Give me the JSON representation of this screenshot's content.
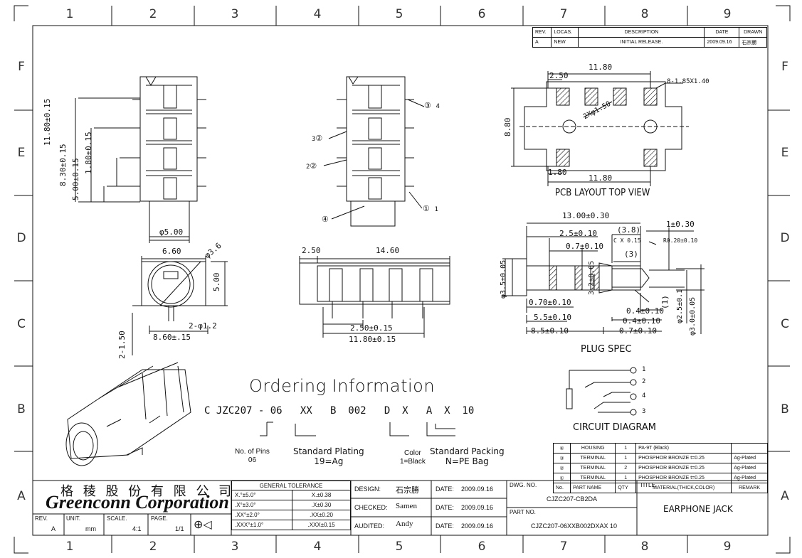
{
  "zones": {
    "columns": [
      "1",
      "2",
      "3",
      "4",
      "5",
      "6",
      "7",
      "8",
      "9"
    ],
    "rows": [
      "F",
      "E",
      "D",
      "C",
      "B",
      "A"
    ]
  },
  "revision": {
    "headers": [
      "REV.",
      "LOCAS.",
      "DESCRIPTION",
      "DATE",
      "DRAWN"
    ],
    "rows": [
      [
        "A",
        "NEW",
        "INITIAL RELEASE.",
        "2009.09.16",
        "石宗勝"
      ]
    ]
  },
  "dims_side": {
    "h1": "11.80±0.15",
    "h2": "8.30±0.15",
    "h3": "5.00±0.15",
    "h4": "1.80±0.15",
    "dia": "φ5.00"
  },
  "dims_front": {
    "w": "6.60",
    "dia": "φ3.6",
    "h": "5.00",
    "holes": "2-φ1.2",
    "bottom": "8.60±.15",
    "leg": "2-1.50"
  },
  "dims_bottom": {
    "a": "2.50",
    "b": "14.60",
    "c": "2.50±0.15",
    "d": "11.80±0.15"
  },
  "callouts_top": {
    "c1": "①",
    "n1": "1",
    "c2": "②",
    "n2": "2",
    "c3": "③",
    "n3": "3",
    "c4": "④",
    "n4": "4"
  },
  "pcb": {
    "w1": "11.80",
    "a": "2.50",
    "pads": "8-1.85X1.40",
    "holes": "2Xφ1.50",
    "h": "8.80",
    "b": "1.80",
    "w2": "11.80",
    "caption": "PCB LAYOUT TOP VIEW"
  },
  "plug": {
    "caption": "PLUG SPEC",
    "d1": "13.00±0.30",
    "d2": "2.5±0.10",
    "d3": "0.7±0.10",
    "d4": "(3.8)",
    "d5": "1±0.30",
    "d6": "C X 0.15",
    "d7": "R0.20±0.10",
    "d8": "(3)",
    "d9": "φ3.5±0.05",
    "d10": "3.2±0.05",
    "d11": "0.70±0.10",
    "d12": "5.5±0.10",
    "d13": "8.5±0.10",
    "d14": "0.4±0.10",
    "d15": "0.4±0.10",
    "d16": "0.7±0.10",
    "d17": "(1)",
    "d18": "φ2.5±0.1",
    "d19": "φ3.0±0.05"
  },
  "circuit": {
    "caption": "CIRCUIT DIAGRAM",
    "pins": [
      "1",
      "2",
      "4",
      "3"
    ]
  },
  "ordering": {
    "title": "Ordering Information",
    "code": "C JZC207 - 06   XX   B  002   D  X   A  X  10",
    "pins_label": "No. of Pins",
    "pins_value": "06",
    "plating_label": "Standard Plating",
    "plating_value": "19=Ag",
    "color_label": "Color",
    "color_value": "1=Black",
    "packing_label": "Standard Packing",
    "packing_value": "N=PE Bag"
  },
  "bom": {
    "headers": [
      "No.",
      "PART  NAME",
      "QTY",
      "MATERIAL(THICK,COLOR)",
      "REMARK"
    ],
    "rows": [
      [
        "④",
        "HOUSING",
        "1",
        "PA-9T (Black)",
        ""
      ],
      [
        "③",
        "TERMINAL",
        "1",
        "PHOSPHOR BRONZE  t=0.25",
        "Ag-Plated"
      ],
      [
        "②",
        "TERMINAL",
        "2",
        "PHOSPHOR BRONZE  t=0.25",
        "Ag-Plated"
      ],
      [
        "①",
        "TERMINAL",
        "1",
        "PHOSPHOR BRONZE  t=0.25",
        "Ag-Plated"
      ]
    ]
  },
  "titleblock": {
    "company_cn": "格 稜 股 份 有 限 公 司",
    "company_en": "Greenconn Corporation",
    "rev_label": "REV.",
    "rev": "A",
    "unit_label": "UNIT.",
    "unit": "mm",
    "scale_label": "SCALE.",
    "scale": "4:1",
    "page_label": "PAGE.",
    "page": "1/1",
    "tol_title": "GENERAL TOLERANCE",
    "tol": [
      [
        "X.°±5.0°",
        "X.±0.38"
      ],
      [
        ".X°±3.0°",
        ".X±0.30"
      ],
      [
        ".XX°±2.0°",
        ".XX±0.20"
      ],
      [
        ".XXX°±1.0°",
        ".XXX±0.15"
      ]
    ],
    "design_label": "DESIGN:",
    "design": "石宗勝",
    "checked_label": "CHECKED:",
    "checked": "Samen",
    "audited_label": "AUDITED:",
    "audited": "Andy",
    "date_label": "DATE:",
    "date1": "2009.09.16",
    "date2": "2009.09.16",
    "date3": "2009.09.16",
    "dwg_label": "DWG. NO.",
    "dwg": "CJZC207-CB2DA",
    "part_label": "PART NO.",
    "part": "CJZC207-06XXB002DXAX 10",
    "title_label": "TITLE.",
    "title": "EARPHONE JACK"
  }
}
